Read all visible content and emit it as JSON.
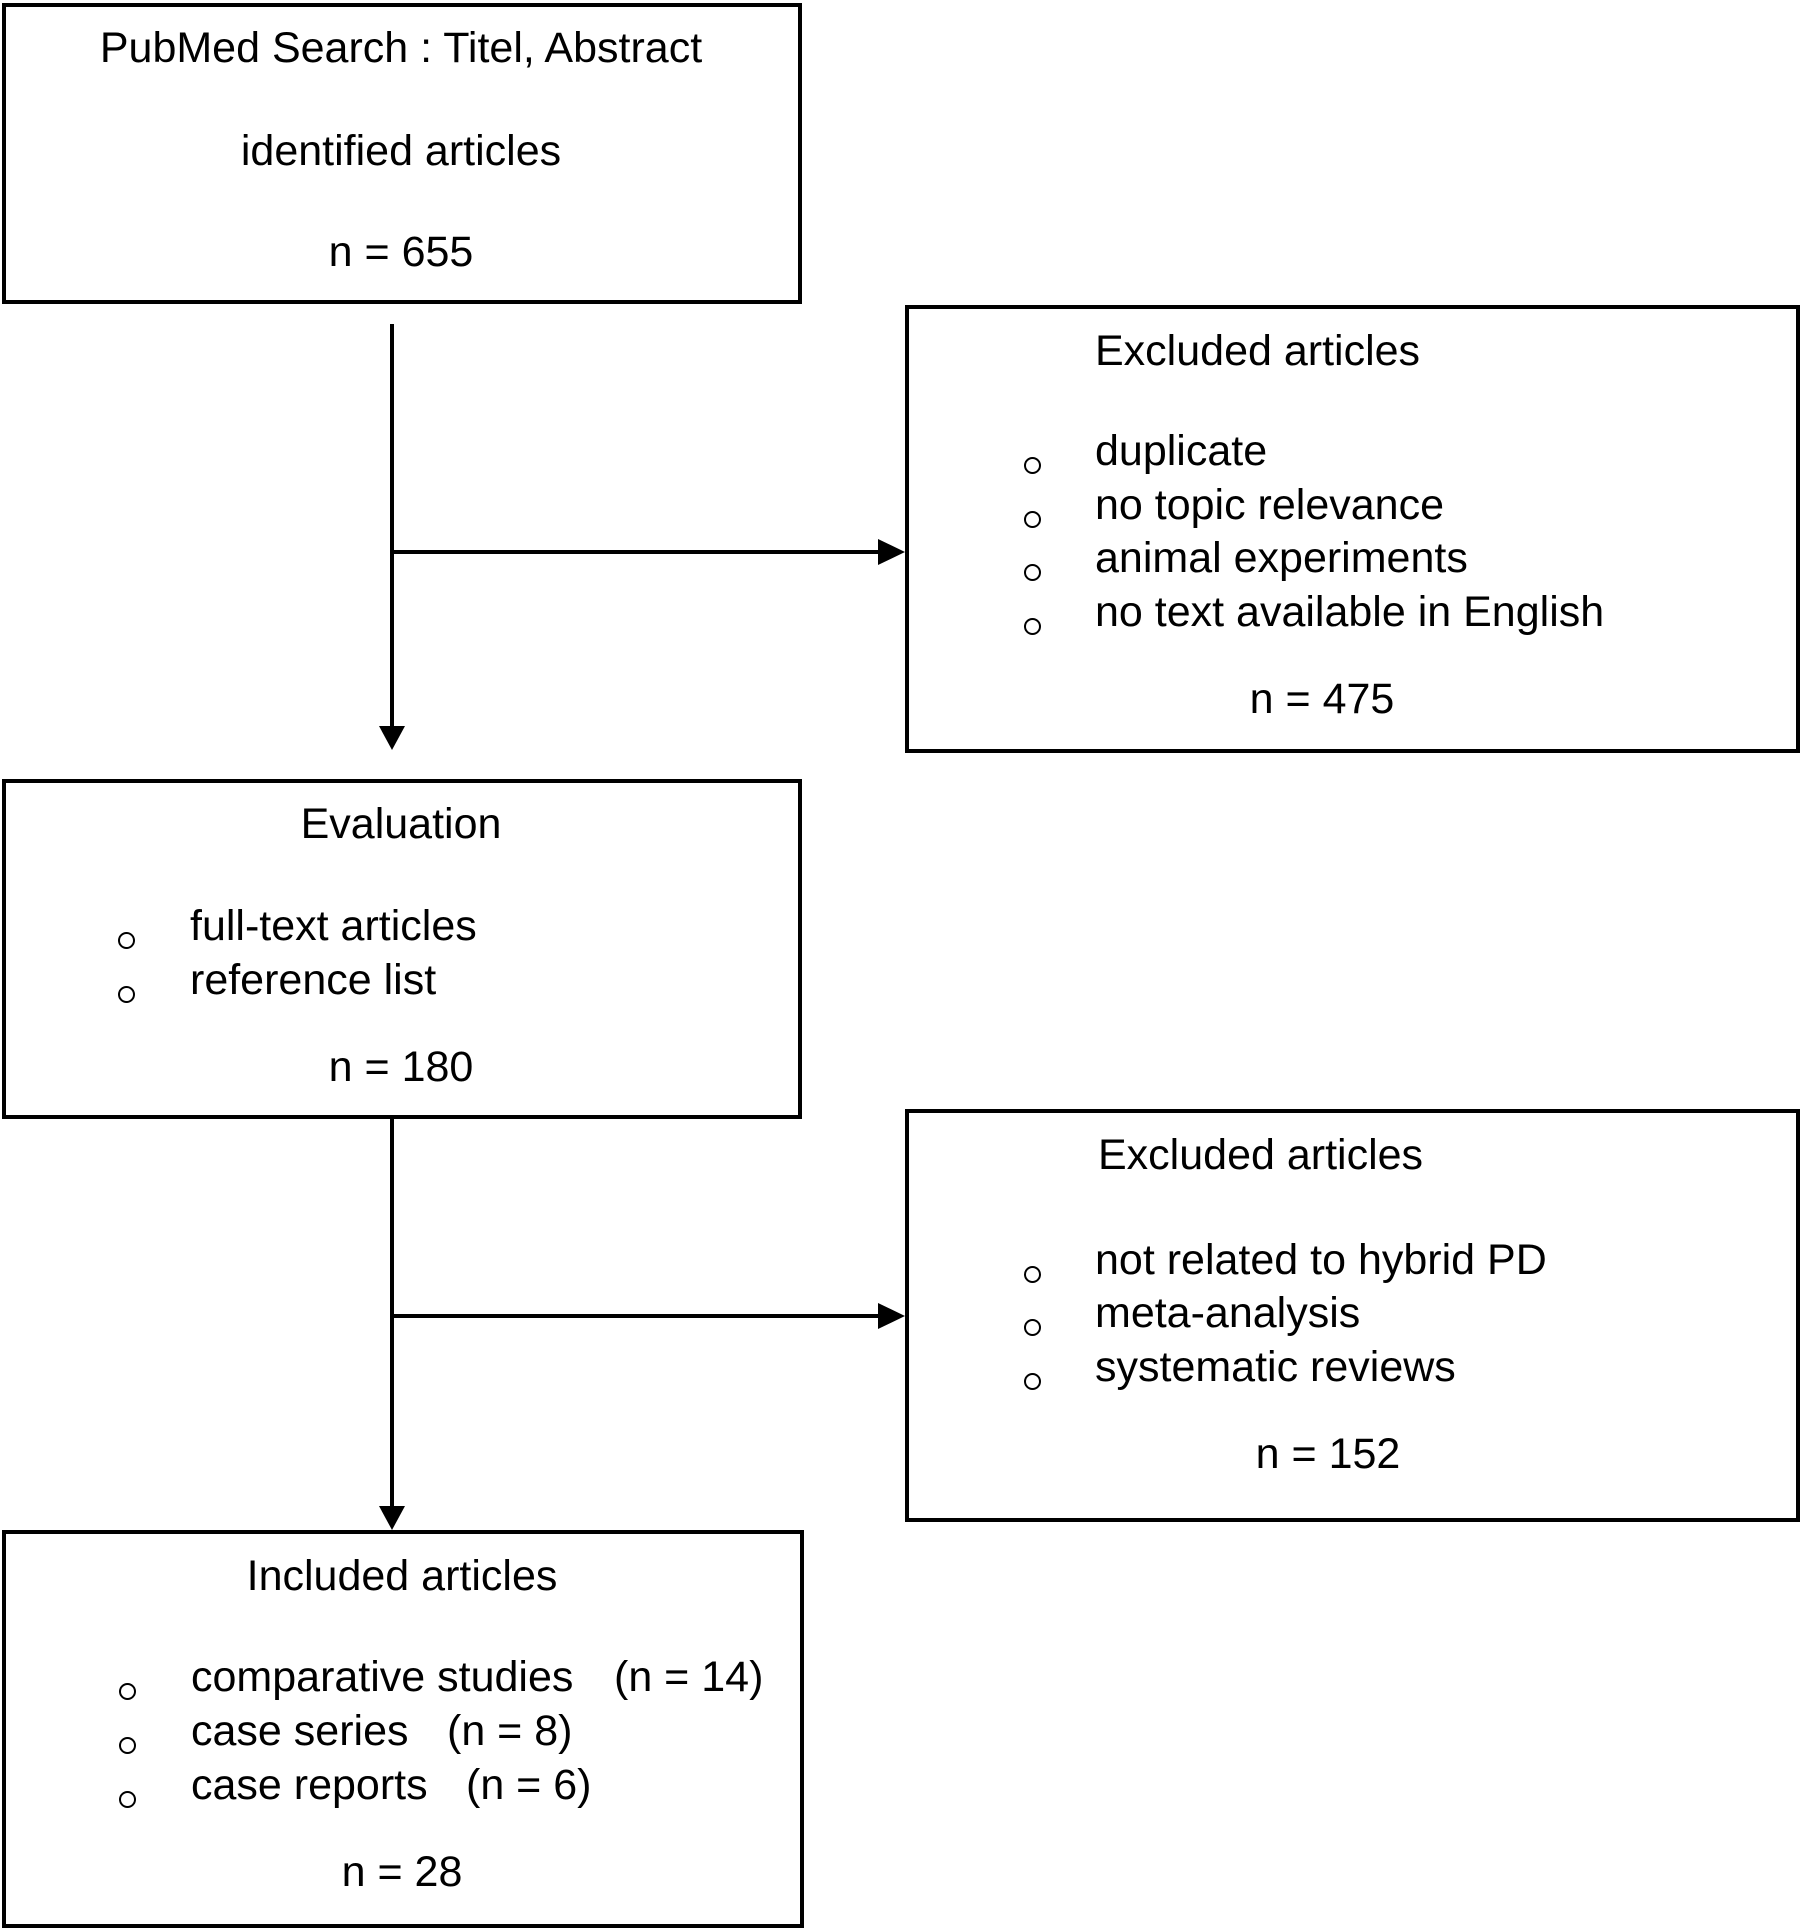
{
  "boxes": {
    "search": {
      "line1": "PubMed Search : Titel, Abstract",
      "line2": "identified articles",
      "count": "n = 655"
    },
    "excluded1": {
      "title": "Excluded articles",
      "items": [
        "duplicate",
        "no topic relevance",
        "animal experiments",
        "no text available in English"
      ],
      "count": "n = 475"
    },
    "evaluation": {
      "title": "Evaluation",
      "items": [
        "full-text articles",
        "reference list"
      ],
      "count": "n = 180"
    },
    "excluded2": {
      "title": "Excluded articles",
      "items": [
        "not related to hybrid PD",
        "meta-analysis",
        "systematic reviews"
      ],
      "count": "n = 152"
    },
    "included": {
      "title": "Included articles",
      "items": [
        {
          "label": "comparative studies",
          "count": "(n = 14)"
        },
        {
          "label": "case series",
          "count": "(n = 8)"
        },
        {
          "label": "case reports",
          "count": "(n = 6)"
        }
      ],
      "count": "n = 28"
    }
  }
}
